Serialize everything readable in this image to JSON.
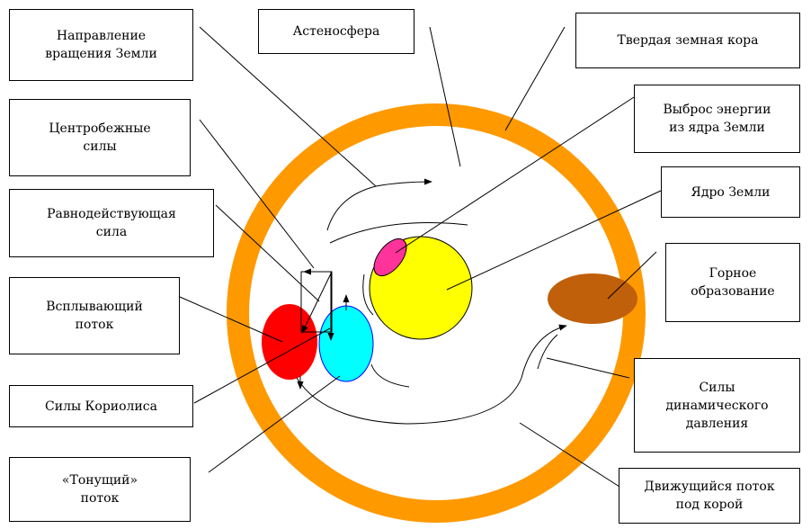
{
  "labels": {
    "rotation_direction": "Направление\nвращения Земли",
    "asthenosphere": "Астеносфера",
    "solid_crust": "Твердая земная кора",
    "energy_release": "Выброс энергии\nиз ядра Земли",
    "centrifugal_forces": "Центробежные\nсилы",
    "resultant_force": "Равнодействующая\nсила",
    "earth_core": "Ядро Земли",
    "mountain_formation": "Горное\nобразование",
    "upwelling_flow": "Всплывающий\nпоток",
    "coriolis_forces": "Силы Кориолиса",
    "dynamic_pressure": "Силы\nдинамического\nдавления",
    "sinking_flow": "«Тонущий»\nпоток",
    "moving_flow": "Движущийся поток\nпод корой"
  },
  "colors": {
    "crust_ring": "#ff9900",
    "core": "#ffff00",
    "energy_spot": "#ff3399",
    "upwelling_flow": "#ff0000",
    "sinking_flow": "#00ffff",
    "mountain": "#c0600a",
    "lines": "#000000"
  }
}
